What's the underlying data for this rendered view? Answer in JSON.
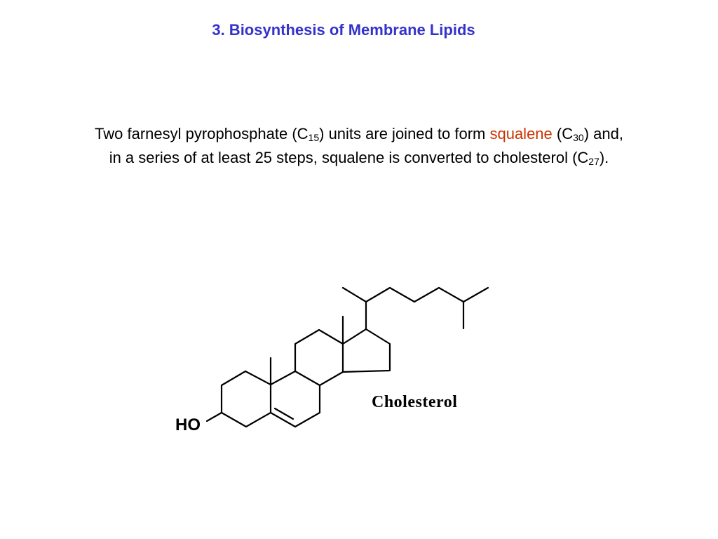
{
  "title": "3. Biosynthesis of Membrane Lipids",
  "paragraph": {
    "line1": {
      "t1": "Two farnesyl pyrophosphate (C",
      "s1": "15",
      "t2": ") units are joined to form ",
      "highlight": "squalene",
      "t3": " (C",
      "s2": "30",
      "t4": ") and,"
    },
    "line2": {
      "t1": "in a series of at least  25 steps, squalene is converted to cholesterol (C",
      "s1": "27",
      "t2": ")."
    }
  },
  "structure": {
    "name_label": "Cholesterol",
    "substituent_label": "HO"
  },
  "colors": {
    "title": "#3333cc",
    "highlight": "#cc3300",
    "text": "#000000"
  }
}
